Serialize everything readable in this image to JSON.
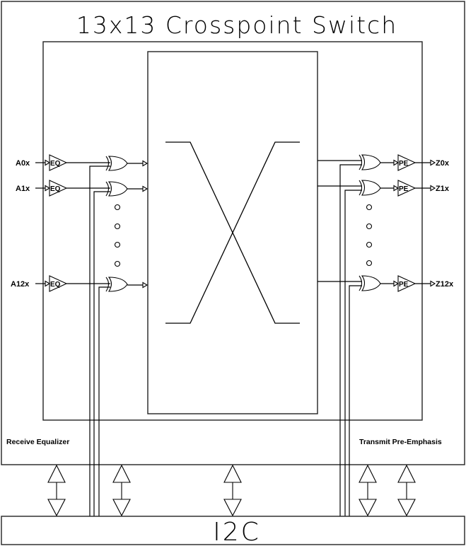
{
  "title": "13x13 Crosspoint Switch",
  "bus_label": "I2C",
  "left_block_label": "Receive Equalizer",
  "right_block_label": "Transmit Pre-Emphasis",
  "inputs": [
    {
      "pin": "A0x",
      "buffer": "EQ"
    },
    {
      "pin": "A1x",
      "buffer": "EQ"
    },
    {
      "pin": "A12x",
      "buffer": "EQ"
    }
  ],
  "outputs": [
    {
      "pin": "Z0x",
      "buffer": "PE"
    },
    {
      "pin": "Z1x",
      "buffer": "PE"
    },
    {
      "pin": "Z12x",
      "buffer": "PE"
    }
  ],
  "ellipsis_dots_per_side": 4,
  "control_arrows_count": 5,
  "colors": {
    "line": "#000000",
    "background": "#ffffff"
  }
}
